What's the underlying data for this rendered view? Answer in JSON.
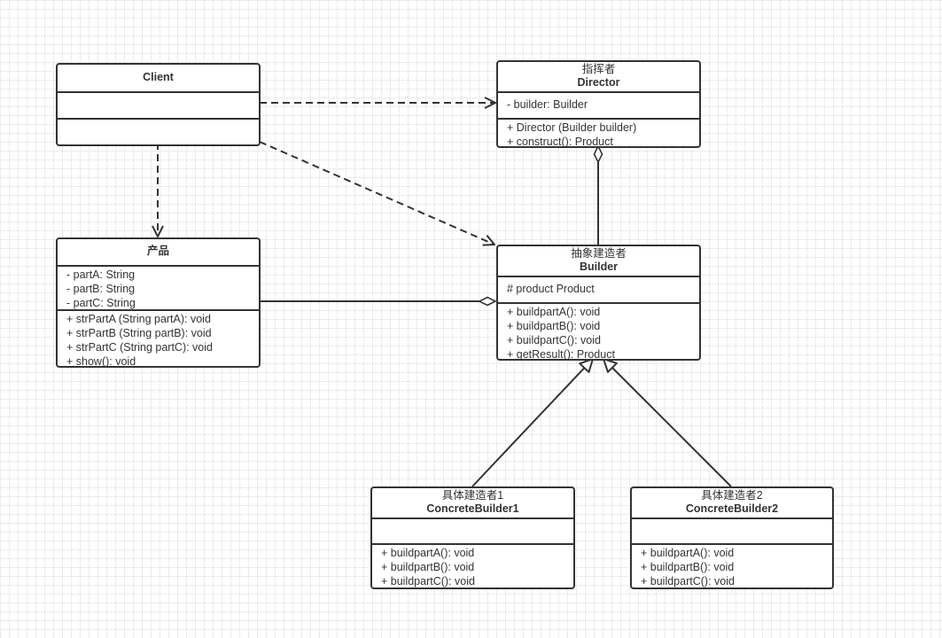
{
  "classes": [
    {
      "id": "client",
      "cn": "",
      "en": "Client",
      "attributes": [],
      "operations": []
    },
    {
      "id": "director",
      "cn": "指挥者",
      "en": "Director",
      "attributes": [
        "- builder: Builder"
      ],
      "operations": [
        "+ Director (Builder builder)",
        "+ construct(): Product"
      ]
    },
    {
      "id": "product",
      "cn": "产品",
      "en": "",
      "attributes": [
        "- partA: String",
        "- partB: String",
        "- partC: String"
      ],
      "operations": [
        "+ strPartA (String partA): void",
        "+ strPartB (String partB): void",
        "+ strPartC (String partC): void",
        "+ show(): void"
      ]
    },
    {
      "id": "builder",
      "cn": "抽象建造者",
      "en": "Builder",
      "attributes": [
        "# product Product"
      ],
      "operations": [
        "+ buildpartA(): void",
        "+ buildpartB(): void",
        "+ buildpartC(): void",
        "+ getResult(): Product"
      ]
    },
    {
      "id": "concrete1",
      "cn": "具体建造者1",
      "en": "ConcreteBuilder1",
      "attributes": [],
      "operations": [
        "+ buildpartA(): void",
        "+ buildpartB(): void",
        "+ buildpartC(): void"
      ]
    },
    {
      "id": "concrete2",
      "cn": "具体建造者2",
      "en": "ConcreteBuilder2",
      "attributes": [],
      "operations": [
        "+ buildpartA(): void",
        "+ buildpartB(): void",
        "+ buildpartC(): void"
      ]
    }
  ],
  "relations": [
    {
      "from": "client",
      "to": "director",
      "type": "dependency"
    },
    {
      "from": "client",
      "to": "builder",
      "type": "dependency"
    },
    {
      "from": "client",
      "to": "product",
      "type": "dependency"
    },
    {
      "from": "director",
      "to": "builder",
      "type": "aggregation"
    },
    {
      "from": "builder",
      "to": "product",
      "type": "aggregation"
    },
    {
      "from": "concrete1",
      "to": "builder",
      "type": "generalization"
    },
    {
      "from": "concrete2",
      "to": "builder",
      "type": "generalization"
    }
  ],
  "colors": {
    "stroke": "#333333",
    "grid": "#ebebeb"
  }
}
